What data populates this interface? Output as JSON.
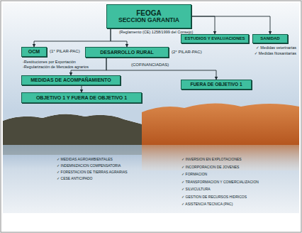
{
  "diagram": {
    "nodes": [
      {
        "text": [
          "FEOGA",
          "SECCION GARANTIA"
        ]
      },
      {
        "text": [
          "OCM"
        ]
      },
      {
        "text": [
          "DESARROLLO RURAL"
        ]
      },
      {
        "text": [
          "ESTUDIOS Y EVALUACIONES"
        ]
      },
      {
        "text": [
          "SANIDAD"
        ]
      },
      {
        "text": [
          "MEDIDAS DE ACOMPAÑAMIENTO"
        ]
      },
      {
        "text": [
          "OBJETIVO 1 Y FUERA DE OBJETIVO 1"
        ]
      },
      {
        "text": [
          "FUERA DE OBJETIVO 1"
        ]
      }
    ],
    "edges": [
      {
        "from": 0,
        "to": 1,
        "arrow": "to"
      },
      {
        "from": 0,
        "to": 2,
        "arrow": "to"
      },
      {
        "from": 0,
        "to": 3,
        "arrow": "to"
      },
      {
        "from": 0,
        "to": 4,
        "arrow": "to"
      },
      {
        "from": 2,
        "to": 5,
        "arrow": "to"
      },
      {
        "from": 2,
        "to": 7,
        "arrow": "to"
      },
      {
        "from": 5,
        "to": 6,
        "arrow": "to"
      }
    ],
    "labels": [
      "(Reglamento (CE) 1258/1999 del Consejo)",
      "(1° PILAR-PAC)",
      "-Restituciones por Exportación",
      "-Regularización de Mercados agrarios",
      "(2° PILAR-PAC)",
      "(COFINANCIADAS)",
      "✓ Medidas veterinarias",
      "✓ Medidas fitosanitarias",
      "✓ MEDIDAS AGROAMBIENTALES",
      "✓ INDEMNIZACION COMPENSATORIA",
      "✓ FORESTACION DE TIERRAS AGRARIAS",
      "✓ CESE ANTICIPADO",
      "✓ INVERSION EN EXPLOTACIONES",
      "✓ INCORPORACION DE JOVENES",
      "✓ FORMACION",
      "✓ TRANSFORMACION Y COMERCIALIZACION",
      "✓ SILVICULTURA",
      "✓ GESTION DE RECURSOS HIDRICOS",
      "✓ ASISTENCIA TECNICA (PAC)"
    ]
  }
}
